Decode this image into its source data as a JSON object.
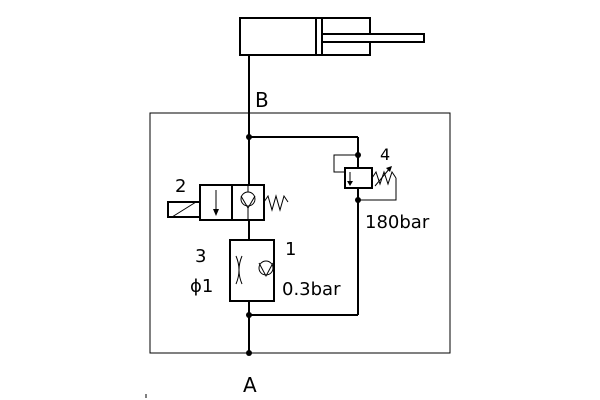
{
  "diagram": {
    "port_b": "B",
    "port_a": "A",
    "valve_2": {
      "number": "2"
    },
    "check_valve_1": {
      "number": "1",
      "cracking_pressure": "0.3bar"
    },
    "orifice_3": {
      "number": "3",
      "diameter": "ϕ1"
    },
    "relief_valve_4": {
      "number": "4",
      "setting": "180bar"
    }
  }
}
